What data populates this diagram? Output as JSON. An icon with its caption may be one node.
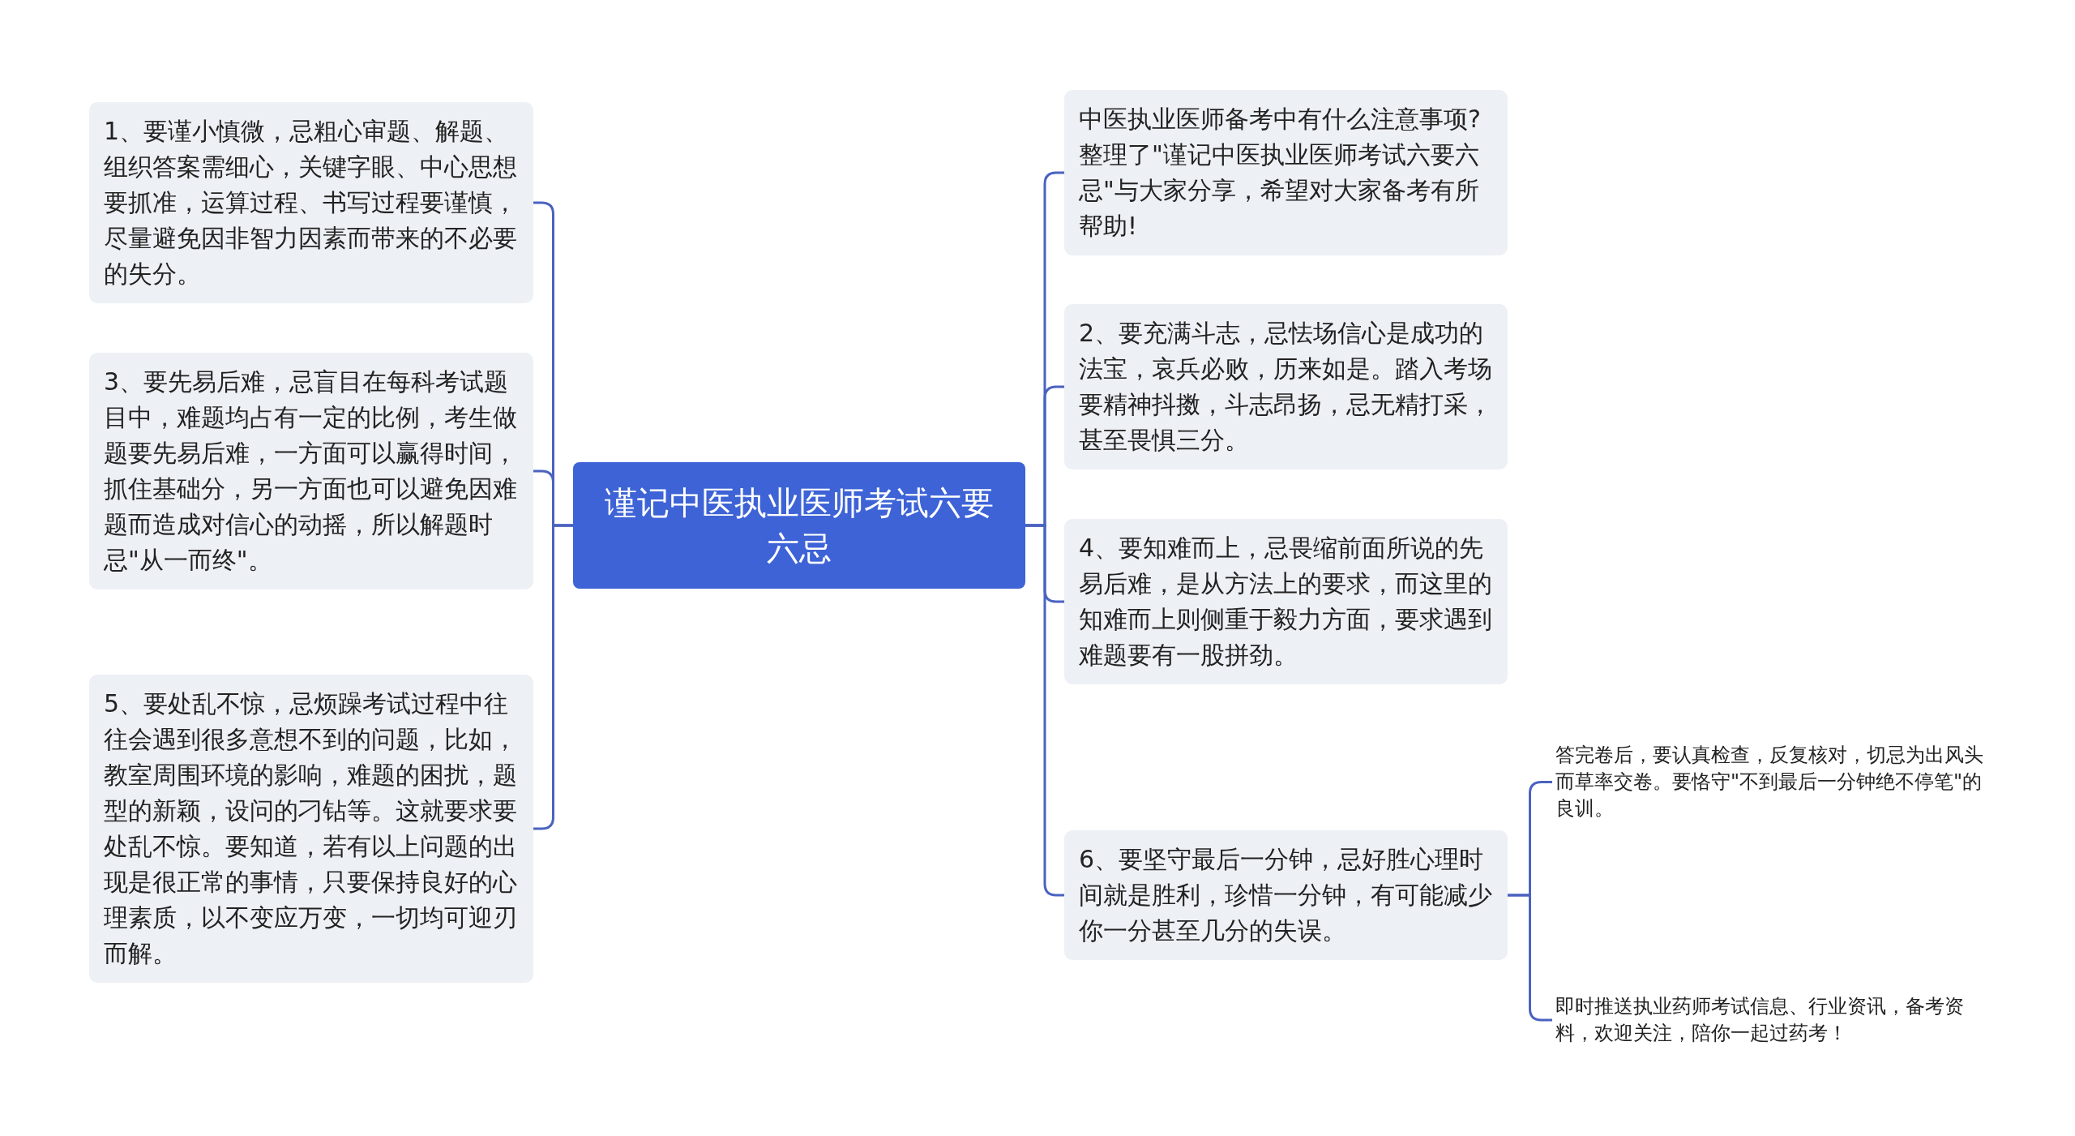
{
  "diagram": {
    "nodes": [
      {
        "text": [
          "谨记中医执业医师考试六要六忌"
        ]
      },
      {
        "text": [
          "中医执业医师备考中有什么注意事项?整理了\"谨记中医执业医师考试六要六忌\"与大家分享，希望对大家备考有所帮助!"
        ]
      },
      {
        "text": [
          "1、要谨小慎微，忌粗心审题、解题、组织答案需细心，关键字眼、中心思想要抓准，运算过程、书写过程要谨慎，尽量避免因非智力因素而带来的不必要的失分。"
        ]
      },
      {
        "text": [
          "2、要充满斗志，忌怯场信心是成功的法宝，哀兵必败，历来如是。踏入考场要精神抖擞，斗志昂扬，忌无精打采，甚至畏惧三分。"
        ]
      },
      {
        "text": [
          "3、要先易后难，忌盲目在每科考试题目中，难题均占有一定的比例，考生做题要先易后难，一方面可以赢得时间，抓住基础分，另一方面也可以避免因难题而造成对信心的动摇，所以解题时忌\"从一而终\"。"
        ]
      },
      {
        "text": [
          "4、要知难而上，忌畏缩前面所说的先易后难，是从方法上的要求，而这里的知难而上则侧重于毅力方面，要求遇到难题要有一股拼劲。"
        ]
      },
      {
        "text": [
          "5、要处乱不惊，忌烦躁考试过程中往往会遇到很多意想不到的问题，比如，教室周围环境的影响，难题的困扰，题型的新颖，设问的刁钻等。这就要求要处乱不惊。要知道，若有以上问题的出现是很正常的事情，只要保持良好的心理素质，以不变应万变，一切均可迎刃而解。"
        ]
      },
      {
        "text": [
          "6、要坚守最后一分钟，忌好胜心理时间就是胜利，珍惜一分钟，有可能减少你一分甚至几分的失误。"
        ]
      },
      {
        "text": [
          "答完卷后，要认真检查，反复核对，切忌为出风头而草率交卷。要恪守\"不到最后一分钟绝不停笔\"的良训。"
        ]
      },
      {
        "text": [
          "即时推送执业药师考试信息、行业资讯，备考资料，欢迎关注，陪你一起过药考！"
        ]
      }
    ],
    "edges": [
      {
        "from": 0,
        "to": 1,
        "arrow": "none"
      },
      {
        "from": 0,
        "to": 2,
        "arrow": "none"
      },
      {
        "from": 0,
        "to": 3,
        "arrow": "none"
      },
      {
        "from": 0,
        "to": 4,
        "arrow": "none"
      },
      {
        "from": 0,
        "to": 5,
        "arrow": "none"
      },
      {
        "from": 0,
        "to": 6,
        "arrow": "none"
      },
      {
        "from": 0,
        "to": 7,
        "arrow": "none"
      },
      {
        "from": 7,
        "to": 8,
        "arrow": "none"
      },
      {
        "from": 7,
        "to": 9,
        "arrow": "none"
      }
    ]
  }
}
